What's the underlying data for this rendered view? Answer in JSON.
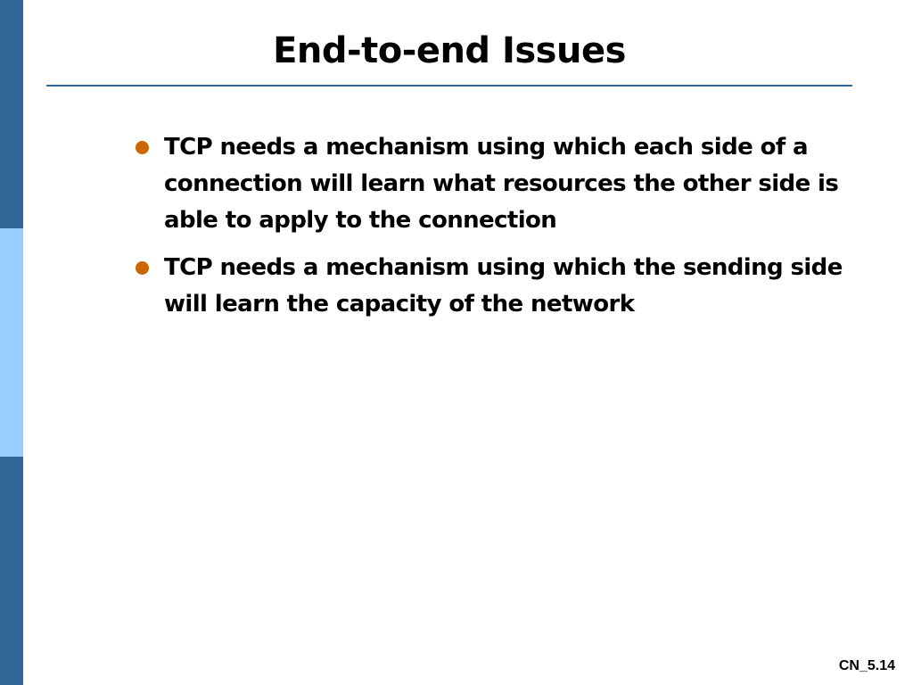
{
  "slide": {
    "title": "End-to-end Issues",
    "bullets": [
      "TCP needs a mechanism using which each side of a connection will learn what resources the other side is able to apply to the connection",
      "TCP needs a mechanism using which the sending side will learn the capacity of the network"
    ],
    "slide_number": "CN_5.14"
  },
  "colors": {
    "sidebar_dark": "#336699",
    "sidebar_light": "#99ccff",
    "title_rule": "#336699",
    "bullet": "#cc6600"
  }
}
